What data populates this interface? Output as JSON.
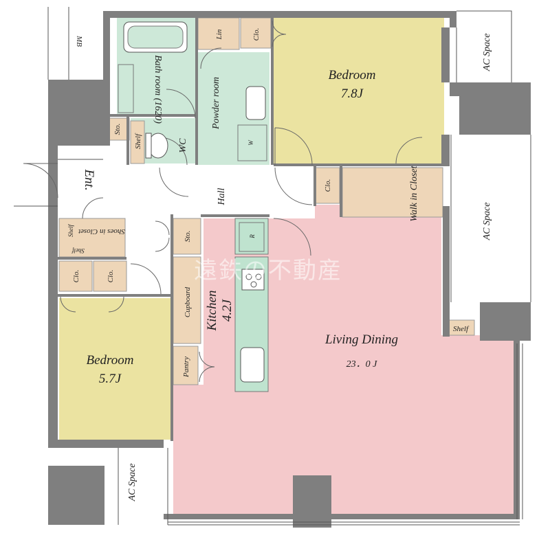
{
  "colors": {
    "bedroom": "#ebe3a1",
    "wet_area": "#cde8d8",
    "living": "#f4c9cb",
    "storage": "#eed6b8",
    "kitchen_counter": "#bfe3cf",
    "hall": "#ffffff",
    "wall": "#7f7f7f"
  },
  "rooms": {
    "bedroom_main": {
      "name": "Bedroom",
      "size": "7.8J"
    },
    "bedroom_second": {
      "name": "Bedroom",
      "size": "5.7J"
    },
    "living_dining": {
      "name": "Living Dining",
      "size": "23．0 J"
    },
    "kitchen": {
      "name": "Kitchen",
      "size": "4.2J"
    },
    "bath": {
      "name": "Bath room (1620)"
    },
    "powder": {
      "name": "Powder room"
    },
    "wc": {
      "name": "WC"
    },
    "hall": {
      "name": "Hall"
    },
    "entrance": {
      "name": "Ent."
    },
    "walk_in_closet": {
      "name": "Walk in Closet"
    },
    "shoes_closet": {
      "name": "Shoes in Closet"
    }
  },
  "storage_labels": {
    "lin": "Lin",
    "clo": "Clo.",
    "sto": "Sto.",
    "shelf": "Shelf",
    "shelf_small": "Shelf",
    "cupboard": "Cupboard",
    "pantry": "Pantry",
    "w": "W",
    "r": "R"
  },
  "spaces": {
    "ac_space": "AC Space",
    "mb": "MB"
  },
  "watermark": "遠鉄の不動産"
}
